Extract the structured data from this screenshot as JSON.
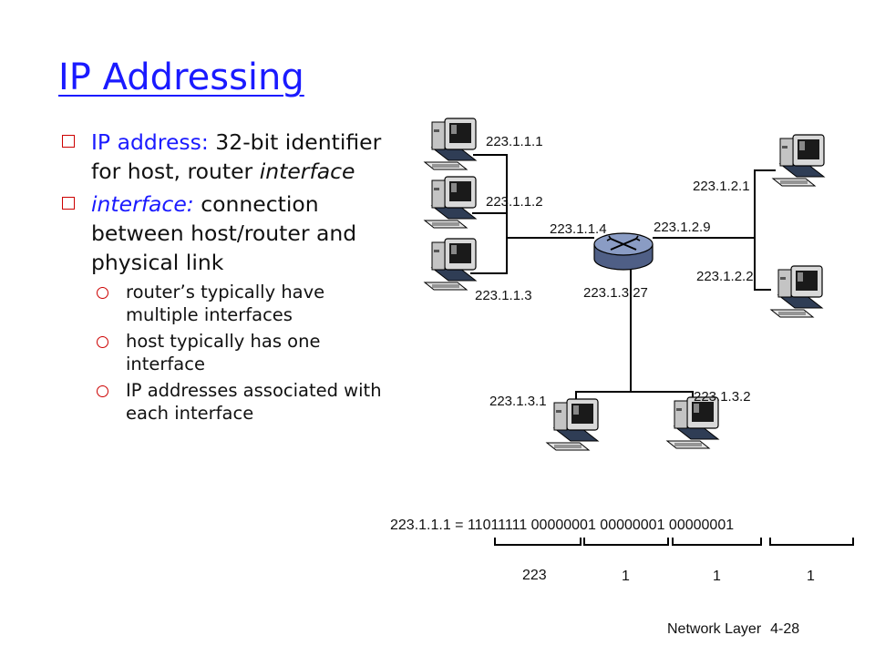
{
  "title": "IP Addressing",
  "bullets": {
    "b1_part1": "IP address: ",
    "b1_part2": "32-bit identifier for host, router ",
    "b1_part3": "interface",
    "b2_part1": "interface: ",
    "b2_part2": "connection between host/router and physical link",
    "sub": [
      "router’s typically have multiple interfaces",
      "host typically has one interface",
      "IP addresses associated with each interface"
    ]
  },
  "labels": {
    "h1": "223.1.1.1",
    "h2": "223.1.1.2",
    "h3": "223.1.1.3",
    "r1": "223.1.1.4",
    "r2": "223.1.2.9",
    "r3": "223.1.3.27",
    "h4": "223.1.2.1",
    "h5": "223.1.2.2",
    "h6": "223.1.3.1",
    "h7": "223.1.3.2"
  },
  "binary": {
    "equation": "223.1.1.1 = 11011111 00000001 00000001 00000001",
    "groups": [
      "223",
      "1",
      "1",
      "1"
    ]
  },
  "footer": {
    "section": "Network Layer",
    "page": "4-28"
  },
  "colors": {
    "title": "#1a1aff",
    "bullet_marker": "#cc0000",
    "router": "#6e7fa6"
  }
}
